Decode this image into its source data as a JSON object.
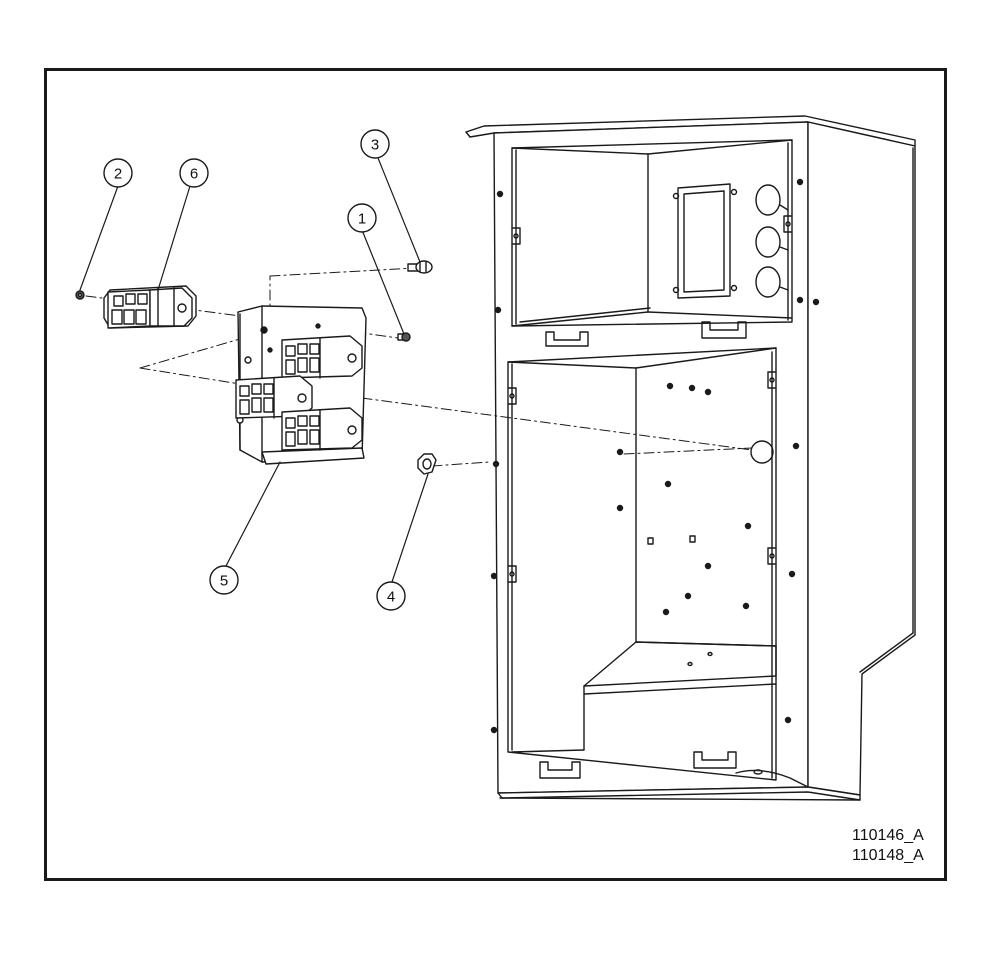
{
  "callouts": [
    {
      "label": "1"
    },
    {
      "label": "2"
    },
    {
      "label": "3"
    },
    {
      "label": "4"
    },
    {
      "label": "5"
    },
    {
      "label": "6"
    }
  ],
  "drawing_numbers": [
    "110146_A",
    "110148_A"
  ],
  "colors": {
    "line": "#1a1a1a",
    "background": "#ffffff"
  }
}
